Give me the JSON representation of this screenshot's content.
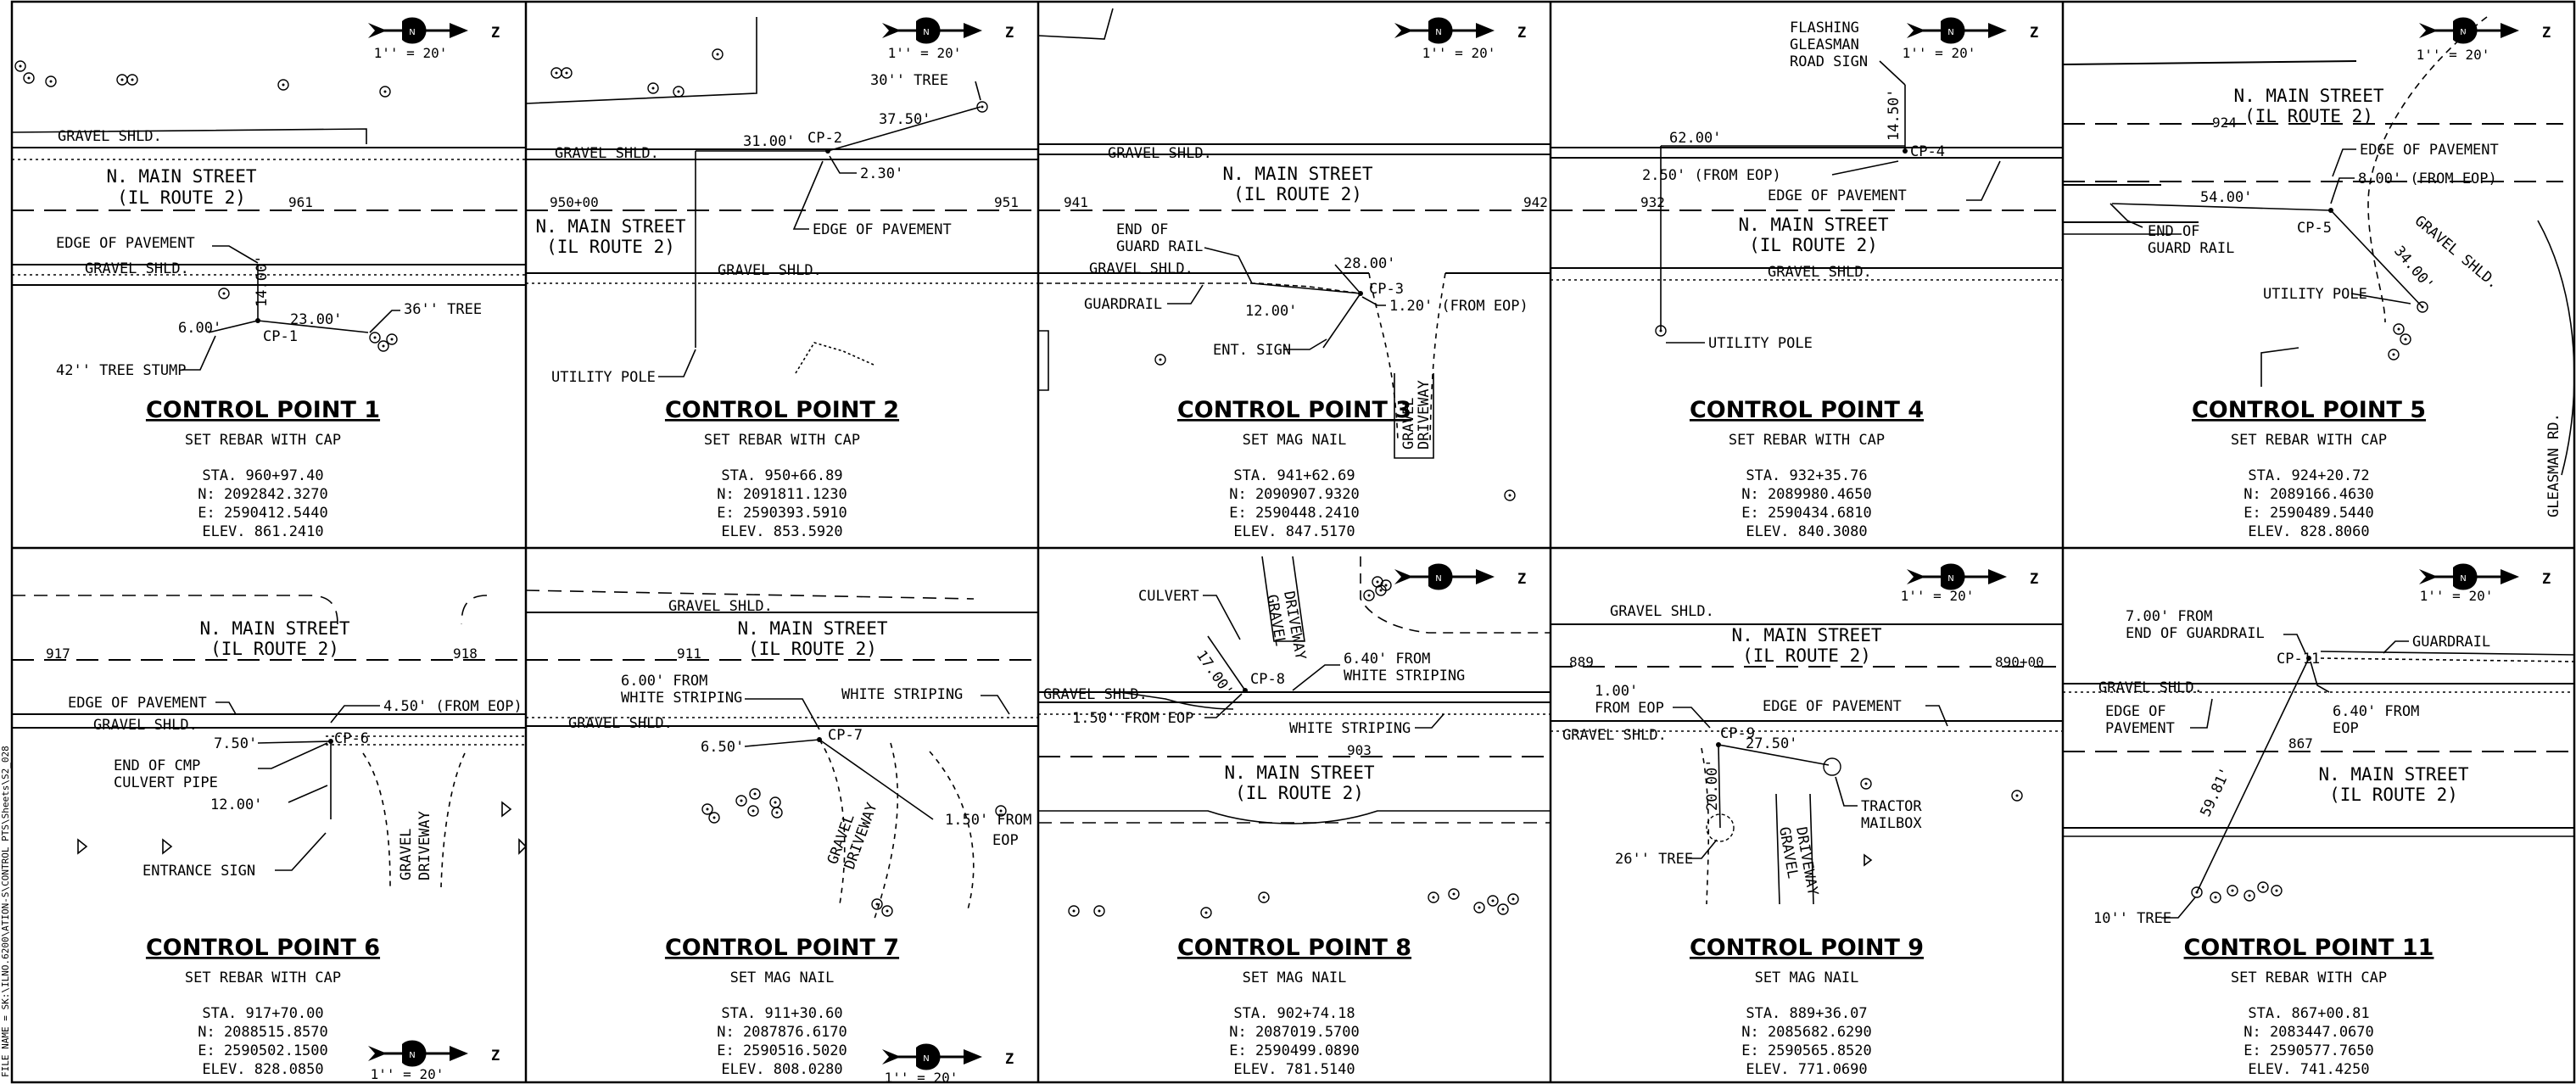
{
  "sheet": {
    "side_note": "FILE NAME = SK:\\ILNO.6200\\ATION-S\\CONTROL PTS\\Sheets\\S2_028",
    "scale": "1'' = 20'",
    "north_letter": "Z"
  },
  "panels": [
    {
      "title": "CONTROL POINT 1",
      "set": "SET REBAR WITH CAP",
      "sta": "STA. 960+97.40",
      "n": "N: 2092842.3270",
      "e": "E: 2590412.5440",
      "elev": "ELEV. 861.2410",
      "street1": "N. MAIN STREET",
      "street2": "(IL ROUTE 2)",
      "cp": "CP-1",
      "station_mark": "961",
      "labels": [
        "GRAVEL SHLD.",
        "EDGE OF PAVEMENT",
        "GRAVEL SHLD.",
        "14.00'",
        "6.00'",
        "23.00'",
        "36'' TREE",
        "42'' TREE STUMP"
      ]
    },
    {
      "title": "CONTROL POINT 2",
      "set": "SET REBAR WITH CAP",
      "sta": "STA. 950+66.89",
      "n": "N: 2091811.1230",
      "e": "E: 2590393.5910",
      "elev": "ELEV. 853.5920",
      "street1": "N. MAIN STREET",
      "street2": "(IL ROUTE 2)",
      "cp": "CP-2",
      "station_mark": "950+00",
      "station_mark2": "951",
      "labels": [
        "GRAVEL SHLD.",
        "31.00'",
        "37.50'",
        "30'' TREE",
        "2.30'",
        "EDGE OF PAVEMENT",
        "GRAVEL SHLD.",
        "UTILITY POLE"
      ]
    },
    {
      "title": "CONTROL POINT 3",
      "set": "SET MAG NAIL",
      "sta": "STA. 941+62.69",
      "n": "N: 2090907.9320",
      "e": "E: 2590448.2410",
      "elev": "ELEV. 847.5170",
      "street1": "N. MAIN STREET",
      "street2": "(IL ROUTE 2)",
      "cp": "CP-3",
      "station_mark": "941",
      "station_mark2": "942",
      "labels": [
        "GRAVEL SHLD.",
        "END OF",
        "GUARD RAIL",
        "GRAVEL SHLD.",
        "GUARDRAIL",
        "28.00'",
        "12.00'",
        "1.20' (FROM EOP)",
        "ENT. SIGN",
        "GRAVEL",
        "DRIVEWAY"
      ]
    },
    {
      "title": "CONTROL POINT 4",
      "set": "SET REBAR WITH CAP",
      "sta": "STA. 932+35.76",
      "n": "N: 2089980.4650",
      "e": "E: 2590434.6810",
      "elev": "ELEV. 840.3080",
      "street1": "N. MAIN STREET",
      "street2": "(IL ROUTE 2)",
      "cp": "CP-4",
      "station_mark": "932",
      "labels": [
        "FLASHING",
        "GLEASMAN",
        "ROAD SIGN",
        "14.50'",
        "62.00'",
        "2.50' (FROM EOP)",
        "EDGE OF PAVEMENT",
        "GRAVEL SHLD.",
        "UTILITY POLE"
      ]
    },
    {
      "title": "CONTROL POINT 5",
      "set": "SET REBAR WITH CAP",
      "sta": "STA. 924+20.72",
      "n": "N: 2089166.4630",
      "e": "E: 2590489.5440",
      "elev": "ELEV. 828.8060",
      "street1": "N. MAIN STREET",
      "street2": "(IL ROUTE 2)",
      "cp": "CP-5",
      "station_mark": "924",
      "labels": [
        "EDGE OF PAVEMENT",
        "8.00' (FROM EOP)",
        "54.00'",
        "END OF",
        "GUARD RAIL",
        "GRAVEL SHLD.",
        "34.00'",
        "UTILITY POLE",
        "GLEASMAN RD."
      ]
    },
    {
      "title": "CONTROL POINT 6",
      "set": "SET REBAR WITH CAP",
      "sta": "STA. 917+70.00",
      "n": "N: 2088515.8570",
      "e": "E: 2590502.1500",
      "elev": "ELEV. 828.0850",
      "street1": "N. MAIN STREET",
      "street2": "(IL ROUTE 2)",
      "cp": "CP-6",
      "station_mark": "917",
      "station_mark2": "918",
      "labels": [
        "EDGE OF PAVEMENT",
        "GRAVEL SHLD.",
        "4.50' (FROM EOP)",
        "7.50'",
        "END OF CMP",
        "CULVERT PIPE",
        "12.00'",
        "ENTRANCE SIGN",
        "GRAVEL",
        "DRIVEWAY"
      ]
    },
    {
      "title": "CONTROL POINT 7",
      "set": "SET MAG NAIL",
      "sta": "STA. 911+30.60",
      "n": "N: 2087876.6170",
      "e": "E: 2590516.5020",
      "elev": "ELEV. 808.0280",
      "street1": "N. MAIN STREET",
      "street2": "(IL ROUTE 2)",
      "cp": "CP-7",
      "station_mark": "911",
      "labels": [
        "GRAVEL SHLD.",
        "6.00' FROM",
        "WHITE STRIPING",
        "WHITE STRIPING",
        "GRAVEL SHLD.",
        "6.50'",
        "1.50' FROM",
        "EOP",
        "GRAVEL",
        "DRIVEWAY"
      ]
    },
    {
      "title": "CONTROL POINT 8",
      "set": "SET MAG NAIL",
      "sta": "STA. 902+74.18",
      "n": "N: 2087019.5700",
      "e": "E: 2590499.0890",
      "elev": "ELEV. 781.5140",
      "street1": "N. MAIN STREET",
      "street2": "(IL ROUTE 2)",
      "cp": "CP-8",
      "station_mark": "903",
      "labels": [
        "CULVERT",
        "GRAVEL",
        "DRIVEWAY",
        "17.00'",
        "6.40' FROM",
        "WHITE STRIPING",
        "GRAVEL SHLD.",
        "1.50' FROM EOP",
        "WHITE STRIPING"
      ]
    },
    {
      "title": "CONTROL POINT 9",
      "set": "SET MAG NAIL",
      "sta": "STA. 889+36.07",
      "n": "N: 2085682.6290",
      "e": "E: 2590565.8520",
      "elev": "ELEV. 771.0690",
      "street1": "N. MAIN STREET",
      "street2": "(IL ROUTE 2)",
      "cp": "CP-9",
      "station_mark": "889",
      "station_mark2": "890+00",
      "labels": [
        "GRAVEL SHLD.",
        "1.00'",
        "FROM EOP",
        "EDGE OF PAVEMENT",
        "GRAVEL SHLD.",
        "27.50'",
        "20.00'",
        "TRACTOR",
        "MAILBOX",
        "26'' TREE",
        "GRAVEL",
        "DRIVEWAY"
      ]
    },
    {
      "title": "CONTROL POINT 11",
      "set": "SET REBAR WITH CAP",
      "sta": "STA. 867+00.81",
      "n": "N: 2083447.0670",
      "e": "E: 2590577.7650",
      "elev": "ELEV. 741.4250",
      "street1": "N. MAIN STREET",
      "street2": "(IL ROUTE 2)",
      "cp": "CP-11",
      "station_mark": "867",
      "labels": [
        "7.00' FROM",
        "END OF GUARDRAIL",
        "GUARDRAIL",
        "GRAVEL SHLD.",
        "EDGE OF",
        "PAVEMENT",
        "6.40' FROM",
        "EOP",
        "59.81'",
        "10'' TREE"
      ]
    }
  ]
}
